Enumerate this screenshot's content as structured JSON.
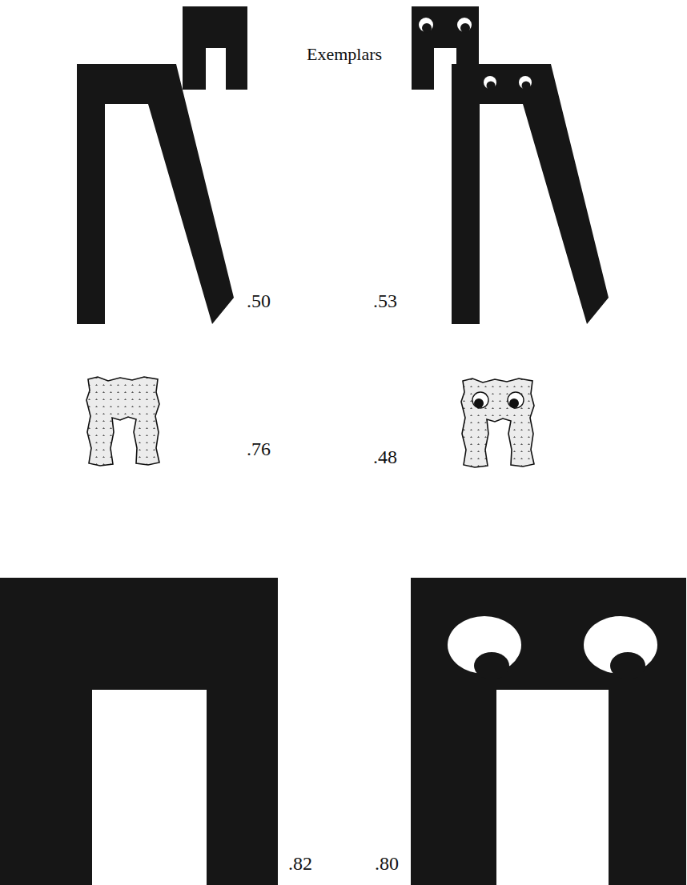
{
  "diagram": {
    "labels": [
      "Exemplars",
      ".50",
      ".53",
      ".76",
      ".48",
      ".82",
      ".80"
    ]
  }
}
